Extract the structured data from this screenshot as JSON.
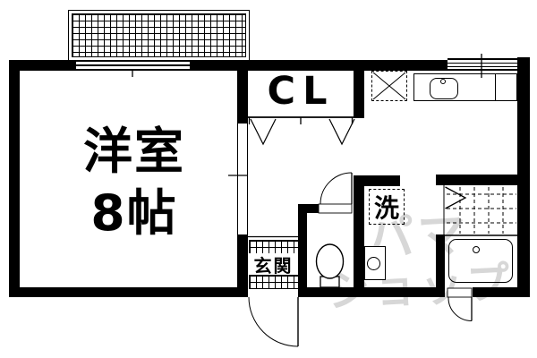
{
  "floorplan": {
    "main_room": {
      "name_line": "洋室",
      "size_line": "8帖"
    },
    "closet_label": "CL",
    "laundry_label": "洗",
    "entrance_label": "玄関",
    "watermark": {
      "line1": "パマ",
      "line2": "ショップ"
    },
    "colors": {
      "line": "#000000",
      "background": "#ffffff",
      "watermark": "#d7d7d7"
    },
    "fixtures": [
      "balcony",
      "window",
      "sliding-door",
      "closet-folding-doors",
      "refrigerator-space",
      "kitchen-counter",
      "kitchen-sink",
      "washing-machine-space",
      "washbasin",
      "toilet",
      "toilet-door",
      "bathroom-door",
      "bathroom-tile-floor",
      "bathtub",
      "entrance-door",
      "service-door"
    ]
  }
}
